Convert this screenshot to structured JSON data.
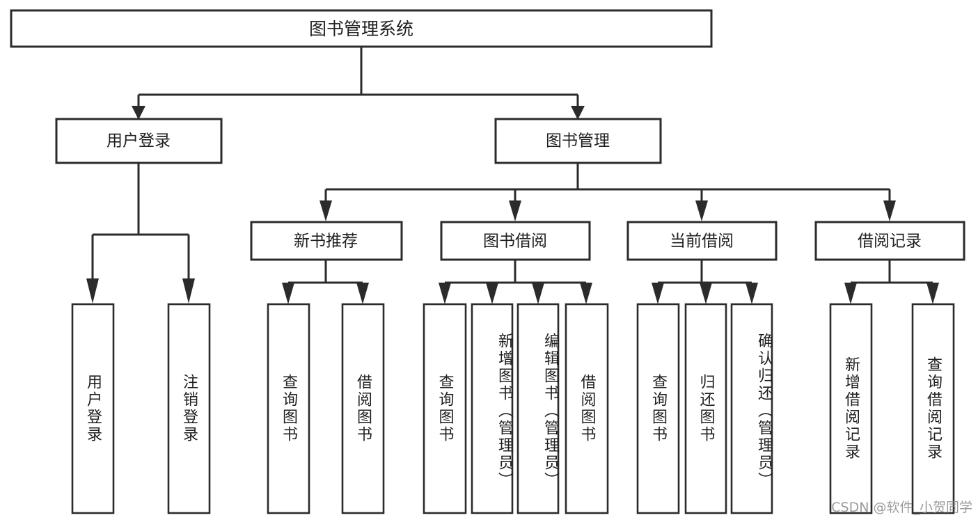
{
  "diagram": {
    "type": "tree-hierarchy",
    "title": "图书管理系统",
    "watermark": "CSDN @软件_小贺同学",
    "colors": {
      "background": "#ffffff",
      "stroke": "#2b2b2b",
      "text": "#1f1f1f",
      "watermark": "#8a8a8a"
    },
    "levels": {
      "root": "图书管理系统",
      "level2": [
        "用户登录",
        "图书管理"
      ],
      "level3": [
        "新书推荐",
        "图书借阅",
        "当前借阅",
        "借阅记录"
      ]
    },
    "nodes": {
      "root": {
        "label": "图书管理系统"
      },
      "user_login": {
        "label": "用户登录"
      },
      "book_manage": {
        "label": "图书管理"
      },
      "new_book_rec": {
        "label": "新书推荐"
      },
      "book_borrow": {
        "label": "图书借阅"
      },
      "current_borrow": {
        "label": "当前借阅"
      },
      "borrow_record": {
        "label": "借阅记录"
      },
      "leaf_user_login": {
        "label": "用户登录"
      },
      "leaf_logout": {
        "label": "注销登录"
      },
      "leaf_query_book_1": {
        "label": "查询图书"
      },
      "leaf_borrow_book_1": {
        "label": "借阅图书"
      },
      "leaf_query_book_2": {
        "label": "查询图书"
      },
      "leaf_add_book": {
        "label": "新增图书（管理员）"
      },
      "leaf_edit_book": {
        "label": "编辑图书（管理员）"
      },
      "leaf_borrow_book_2": {
        "label": "借阅图书"
      },
      "leaf_query_book_3": {
        "label": "查询图书"
      },
      "leaf_return_book": {
        "label": "归还图书"
      },
      "leaf_confirm_return": {
        "label": "确认归还（管理员）"
      },
      "leaf_add_record": {
        "label": "新增借阅记录"
      },
      "leaf_query_record": {
        "label": "查询借阅记录"
      }
    },
    "edges": [
      {
        "from": "图书管理系统",
        "to": "用户登录"
      },
      {
        "from": "图书管理系统",
        "to": "图书管理"
      },
      {
        "from": "用户登录",
        "to": "用户登录"
      },
      {
        "from": "用户登录",
        "to": "注销登录"
      },
      {
        "from": "图书管理",
        "to": "新书推荐"
      },
      {
        "from": "图书管理",
        "to": "图书借阅"
      },
      {
        "from": "图书管理",
        "to": "当前借阅"
      },
      {
        "from": "图书管理",
        "to": "借阅记录"
      },
      {
        "from": "新书推荐",
        "to": "查询图书"
      },
      {
        "from": "新书推荐",
        "to": "借阅图书"
      },
      {
        "from": "图书借阅",
        "to": "查询图书"
      },
      {
        "from": "图书借阅",
        "to": "新增图书（管理员）"
      },
      {
        "from": "图书借阅",
        "to": "编辑图书（管理员）"
      },
      {
        "from": "图书借阅",
        "to": "借阅图书"
      },
      {
        "from": "当前借阅",
        "to": "查询图书"
      },
      {
        "from": "当前借阅",
        "to": "归还图书"
      },
      {
        "from": "当前借阅",
        "to": "确认归还（管理员）"
      },
      {
        "from": "借阅记录",
        "to": "新增借阅记录"
      },
      {
        "from": "借阅记录",
        "to": "查询借阅记录"
      }
    ]
  }
}
